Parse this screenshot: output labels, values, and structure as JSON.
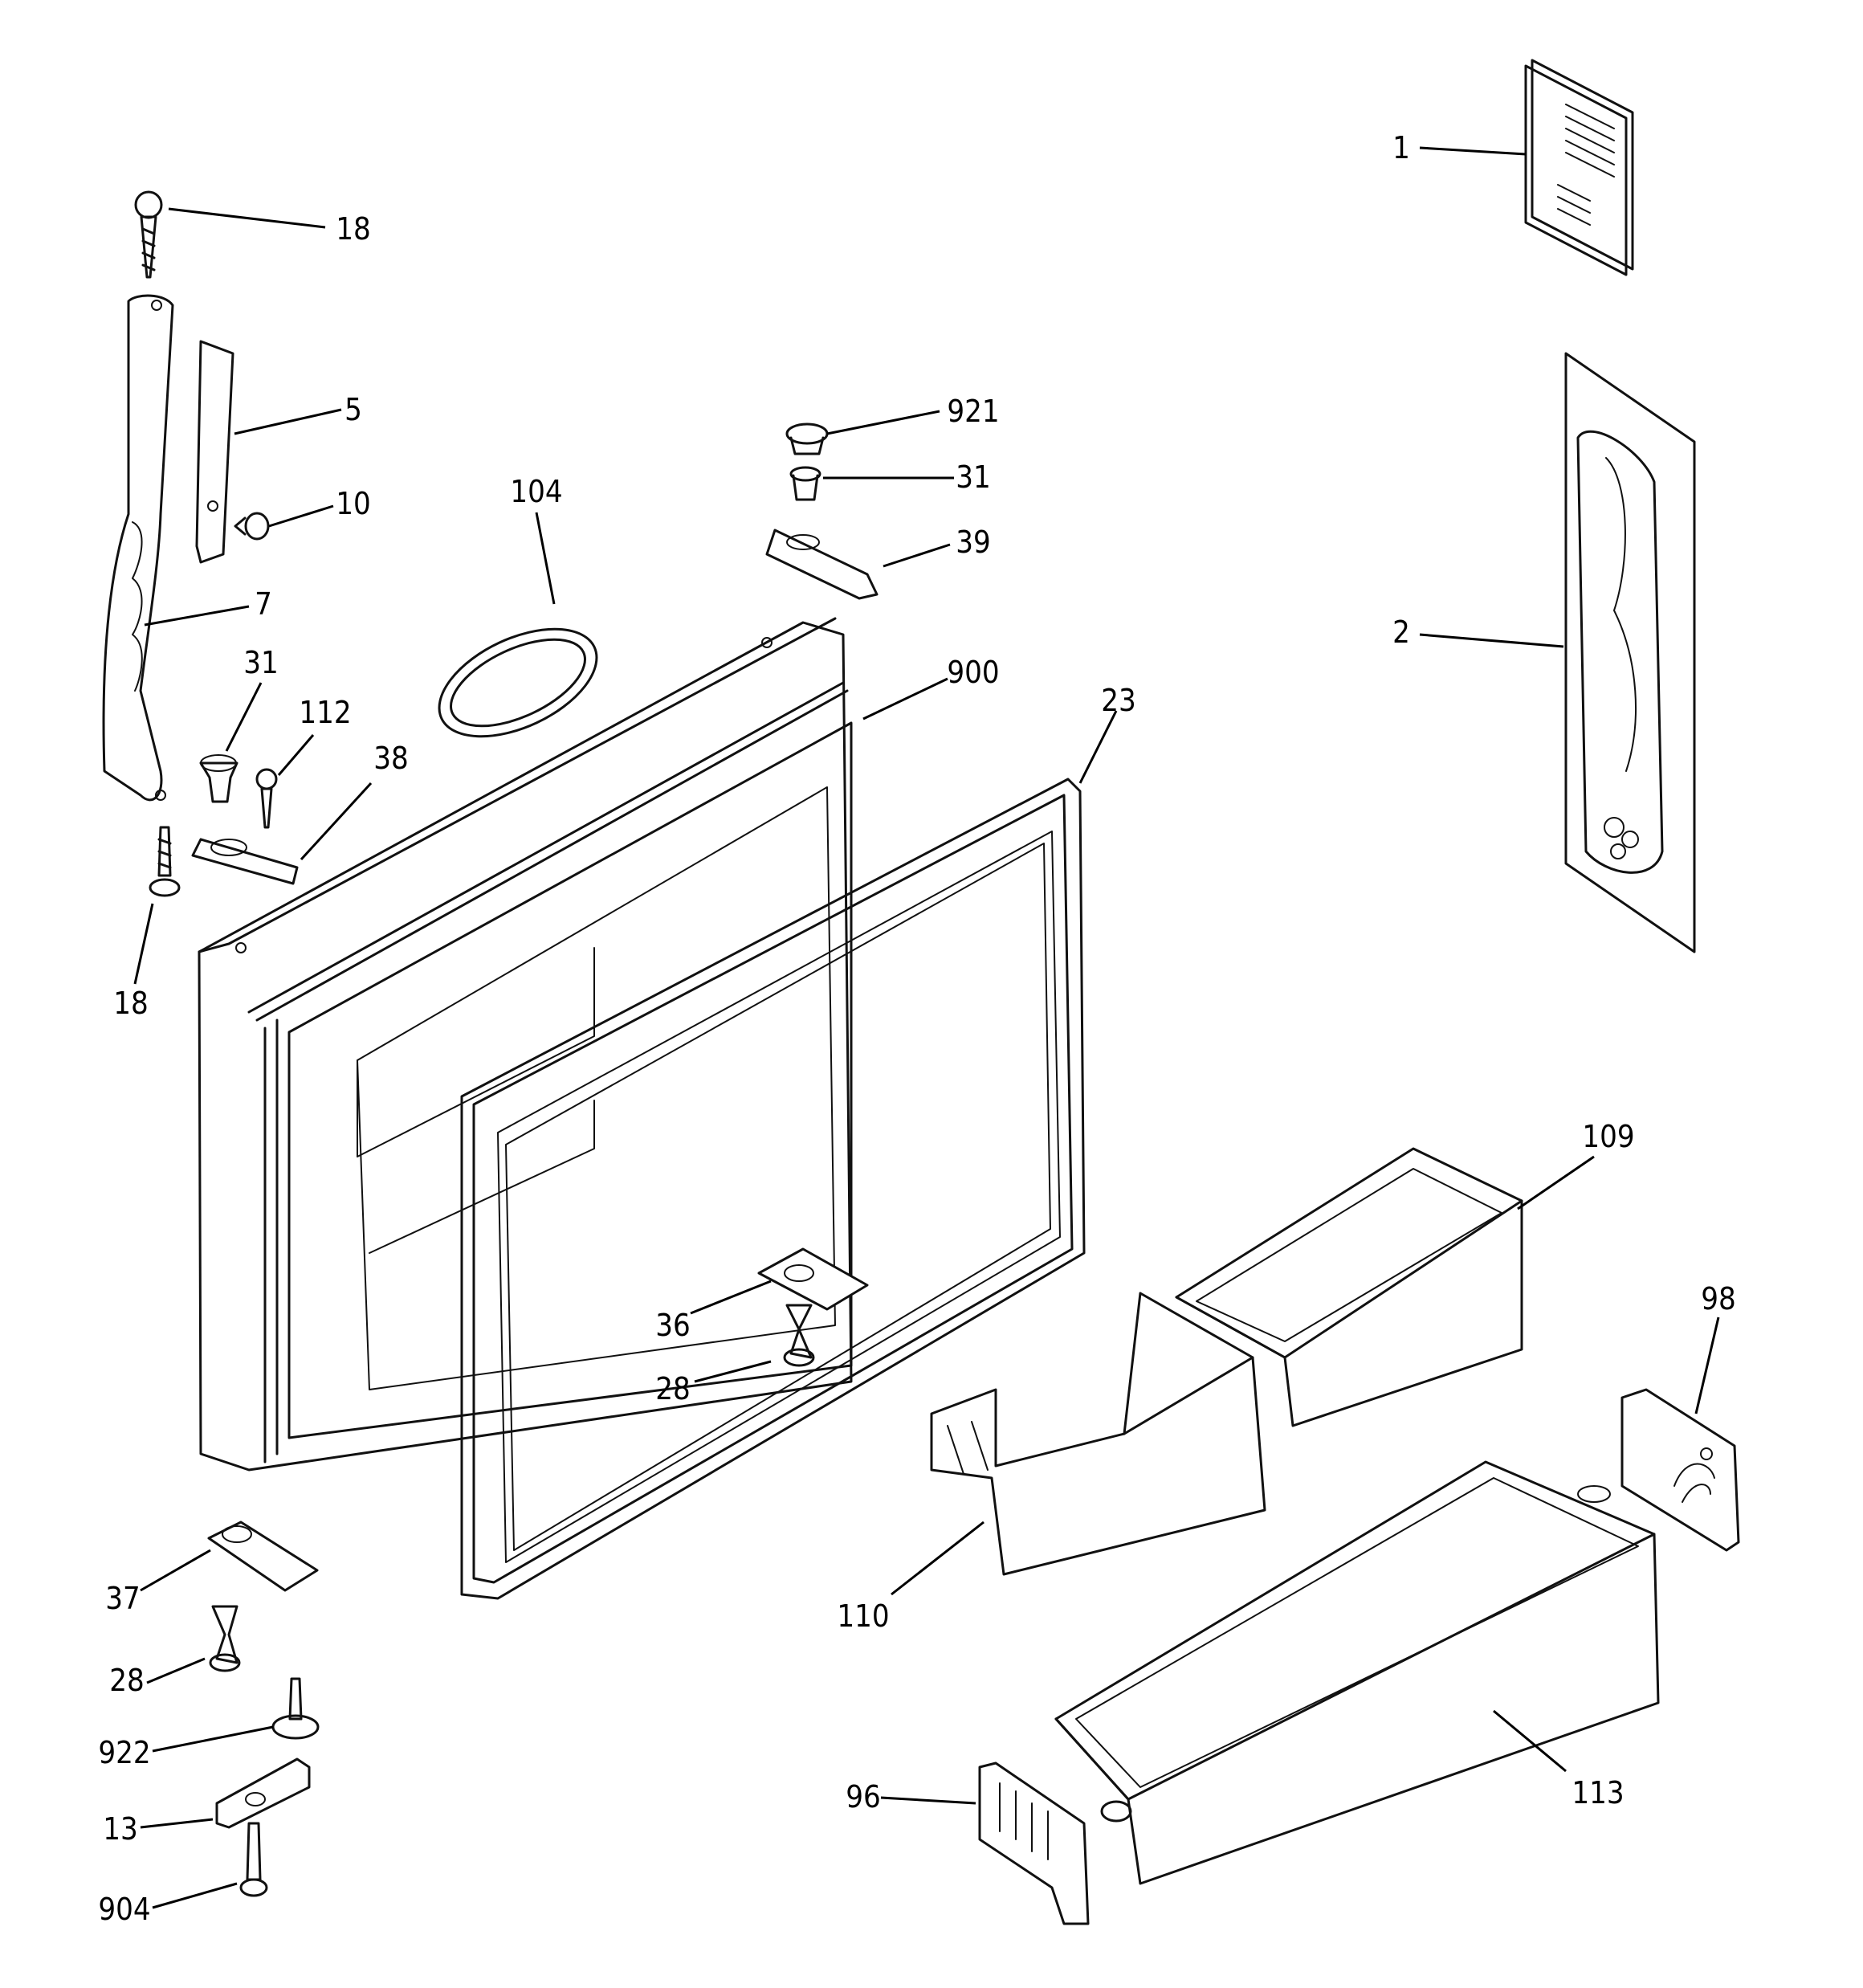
{
  "diagram": {
    "labels": {
      "l1": "1",
      "l2": "2",
      "l18a": "18",
      "l5": "5",
      "l10": "10",
      "l7": "7",
      "l104": "104",
      "l921": "921",
      "l31a": "31",
      "l39": "39",
      "l31b": "31",
      "l112": "112",
      "l38": "38",
      "l900": "900",
      "l23": "23",
      "l18b": "18",
      "l109": "109",
      "l98": "98",
      "l36": "36",
      "l28a": "28",
      "l110": "110",
      "l37": "37",
      "l28b": "28",
      "l922": "922",
      "l13": "13",
      "l904": "904",
      "l96": "96",
      "l113": "113"
    }
  }
}
